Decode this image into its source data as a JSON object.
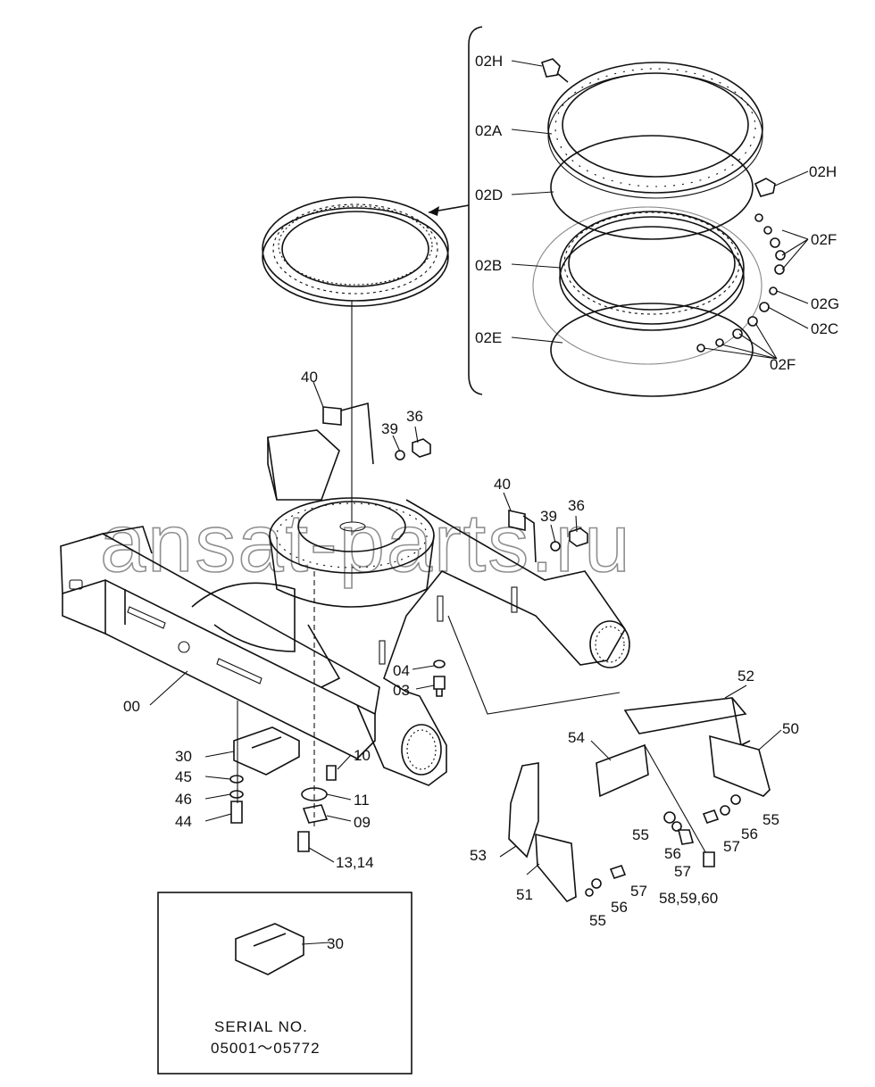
{
  "watermark": "ansat-parts.ru",
  "callouts": {
    "c02H_a": "02H",
    "c02A": "02A",
    "c02D": "02D",
    "c02B": "02B",
    "c02E": "02E",
    "c02H_b": "02H",
    "c02F_a": "02F",
    "c02G": "02G",
    "c02C": "02C",
    "c02F_b": "02F",
    "c40_a": "40",
    "c39_a": "39",
    "c36_a": "36",
    "c40_b": "40",
    "c39_b": "39",
    "c36_b": "36",
    "c04": "04",
    "c03": "03",
    "c00": "00",
    "c52": "52",
    "c50": "50",
    "c54": "54",
    "c30_a": "30",
    "c45": "45",
    "c46": "46",
    "c44": "44",
    "c10": "10",
    "c11": "11",
    "c09": "09",
    "c13_14": "13,14",
    "c55_a": "55",
    "c56_a": "56",
    "c57_a": "57",
    "c55_b": "55",
    "c56_b": "56",
    "c57_b": "57",
    "c58_60": "58,59,60",
    "c53": "53",
    "c51": "51",
    "c57_c": "57",
    "c56_c": "56",
    "c55_c": "55",
    "c30_b": "30"
  },
  "inset": {
    "serial_label": "SERIAL  NO.",
    "serial_range": "05001～05772"
  }
}
